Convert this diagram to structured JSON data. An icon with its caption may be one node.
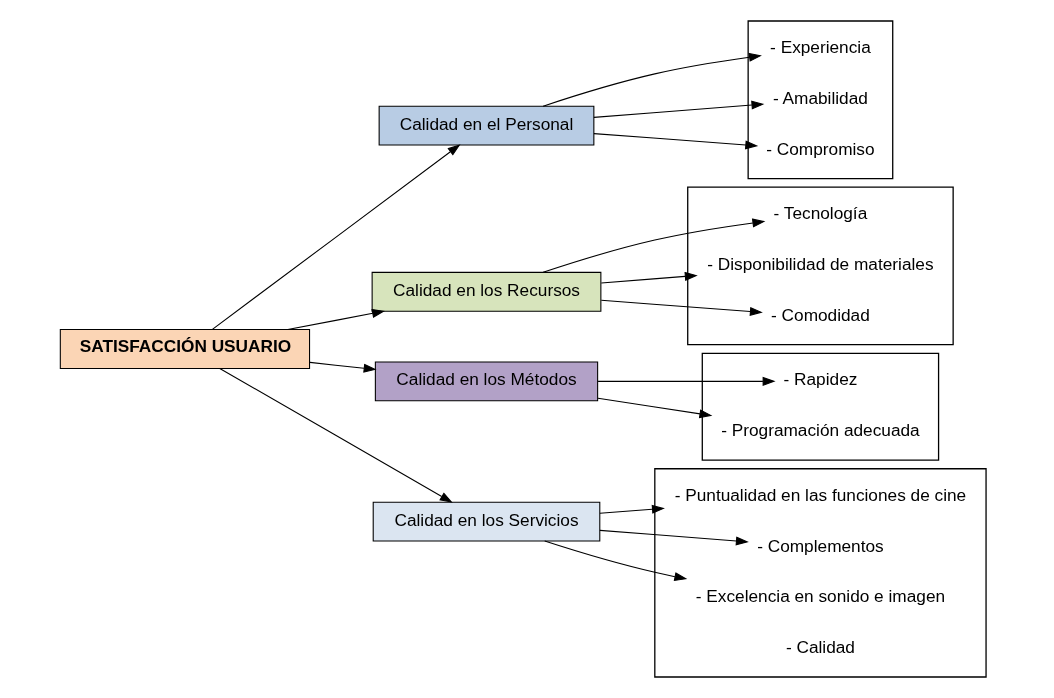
{
  "diagram": {
    "nodes": [
      {
        "text": [
          "SATISFACCIÓN USUARIO"
        ]
      },
      {
        "text": [
          "Calidad en el Personal"
        ]
      },
      {
        "text": [
          "Calidad en los Recursos"
        ]
      },
      {
        "text": [
          "Calidad en los Métodos"
        ]
      },
      {
        "text": [
          "Calidad en los Servicios"
        ]
      },
      {
        "text": [],
        "shape": "box"
      },
      {
        "text": [
          "- Experiencia"
        ],
        "in": 5
      },
      {
        "text": [
          "- Amabilidad"
        ],
        "in": 5
      },
      {
        "text": [
          "- Compromiso"
        ],
        "in": 5
      },
      {
        "text": [],
        "shape": "box"
      },
      {
        "text": [
          "- Tecnología"
        ],
        "in": 9
      },
      {
        "text": [
          "- Disponibilidad de materiales"
        ],
        "in": 9
      },
      {
        "text": [
          "- Comodidad"
        ],
        "in": 9
      },
      {
        "text": [],
        "shape": "box"
      },
      {
        "text": [
          "- Rapidez"
        ],
        "in": 13
      },
      {
        "text": [
          "- Programación adecuada"
        ],
        "in": 13
      },
      {
        "text": [],
        "shape": "box"
      },
      {
        "text": [
          "- Puntualidad en las funciones de cine"
        ],
        "in": 16
      },
      {
        "text": [
          "- Complementos"
        ],
        "in": 16
      },
      {
        "text": [
          "- Excelencia en sonido e imagen"
        ],
        "in": 16
      },
      {
        "text": [
          "- Calidad"
        ],
        "in": 16
      }
    ],
    "edges": [
      {
        "from": 0,
        "to": 1,
        "arrow": "to"
      },
      {
        "from": 0,
        "to": 2,
        "arrow": "to"
      },
      {
        "from": 0,
        "to": 3,
        "arrow": "to"
      },
      {
        "from": 0,
        "to": 4,
        "arrow": "to"
      },
      {
        "from": 1,
        "to": 6,
        "arrow": "to"
      },
      {
        "from": 1,
        "to": 7,
        "arrow": "to"
      },
      {
        "from": 1,
        "to": 8,
        "arrow": "to"
      },
      {
        "from": 2,
        "to": 10,
        "arrow": "to"
      },
      {
        "from": 2,
        "to": 11,
        "arrow": "to"
      },
      {
        "from": 2,
        "to": 12,
        "arrow": "to"
      },
      {
        "from": 3,
        "to": 14,
        "arrow": "to"
      },
      {
        "from": 3,
        "to": 15,
        "arrow": "to"
      },
      {
        "from": 4,
        "to": 17,
        "arrow": "to"
      },
      {
        "from": 4,
        "to": 18,
        "arrow": "to"
      },
      {
        "from": 4,
        "to": 19,
        "arrow": "to"
      }
    ]
  }
}
